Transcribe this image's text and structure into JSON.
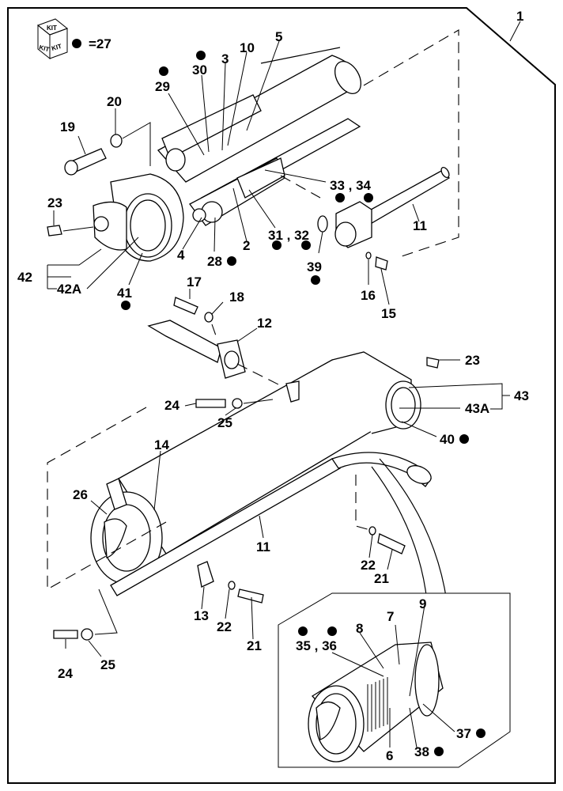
{
  "diagram": {
    "title": "Hydraulic cylinder exploded parts view",
    "assembly_number": "1",
    "legend": {
      "kit_icon_faces": [
        "KIT",
        "KIT",
        "KIT"
      ],
      "dot_meaning": "=27"
    },
    "callouts": [
      {
        "id": "c1",
        "text": "1",
        "kit": false
      },
      {
        "id": "c5",
        "text": "5",
        "kit": false
      },
      {
        "id": "c10",
        "text": "10",
        "kit": false
      },
      {
        "id": "c3",
        "text": "3",
        "kit": false
      },
      {
        "id": "c30",
        "text": "30",
        "kit": true
      },
      {
        "id": "c29",
        "text": "29",
        "kit": true
      },
      {
        "id": "c20",
        "text": "20",
        "kit": false
      },
      {
        "id": "c19",
        "text": "19",
        "kit": false
      },
      {
        "id": "c33_34",
        "text": "33 , 34",
        "kit": true
      },
      {
        "id": "c23a",
        "text": "23",
        "kit": false
      },
      {
        "id": "c11a",
        "text": "11",
        "kit": false
      },
      {
        "id": "c31_32",
        "text": "31 , 32",
        "kit": true
      },
      {
        "id": "c2",
        "text": "2",
        "kit": false
      },
      {
        "id": "c4",
        "text": "4",
        "kit": false
      },
      {
        "id": "c28",
        "text": "28",
        "kit": true
      },
      {
        "id": "c39",
        "text": "39",
        "kit": true
      },
      {
        "id": "c42",
        "text": "42",
        "kit": false
      },
      {
        "id": "c42A",
        "text": "42A",
        "kit": false
      },
      {
        "id": "c41",
        "text": "41",
        "kit": true
      },
      {
        "id": "c16",
        "text": "16",
        "kit": false
      },
      {
        "id": "c15",
        "text": "15",
        "kit": false
      },
      {
        "id": "c17",
        "text": "17",
        "kit": false
      },
      {
        "id": "c18",
        "text": "18",
        "kit": false
      },
      {
        "id": "c12",
        "text": "12",
        "kit": false
      },
      {
        "id": "c23b",
        "text": "23",
        "kit": false
      },
      {
        "id": "c43",
        "text": "43",
        "kit": false
      },
      {
        "id": "c43A",
        "text": "43A",
        "kit": false
      },
      {
        "id": "c24a",
        "text": "24",
        "kit": false
      },
      {
        "id": "c25a",
        "text": "25",
        "kit": false
      },
      {
        "id": "c40",
        "text": "40",
        "kit": true
      },
      {
        "id": "c14",
        "text": "14",
        "kit": false
      },
      {
        "id": "c26",
        "text": "26",
        "kit": false
      },
      {
        "id": "c11b",
        "text": "11",
        "kit": false
      },
      {
        "id": "c22a",
        "text": "22",
        "kit": false
      },
      {
        "id": "c21a",
        "text": "21",
        "kit": false
      },
      {
        "id": "c13",
        "text": "13",
        "kit": false
      },
      {
        "id": "c22b",
        "text": "22",
        "kit": false
      },
      {
        "id": "c21b",
        "text": "21",
        "kit": false
      },
      {
        "id": "c24b",
        "text": "24",
        "kit": false
      },
      {
        "id": "c25b",
        "text": "25",
        "kit": false
      },
      {
        "id": "c35_36",
        "text": "35 , 36",
        "kit": true
      },
      {
        "id": "c8",
        "text": "8",
        "kit": false
      },
      {
        "id": "c7",
        "text": "7",
        "kit": false
      },
      {
        "id": "c9",
        "text": "9",
        "kit": false
      },
      {
        "id": "c6",
        "text": "6",
        "kit": false
      },
      {
        "id": "c37",
        "text": "37",
        "kit": true
      },
      {
        "id": "c38",
        "text": "38",
        "kit": true
      }
    ]
  }
}
